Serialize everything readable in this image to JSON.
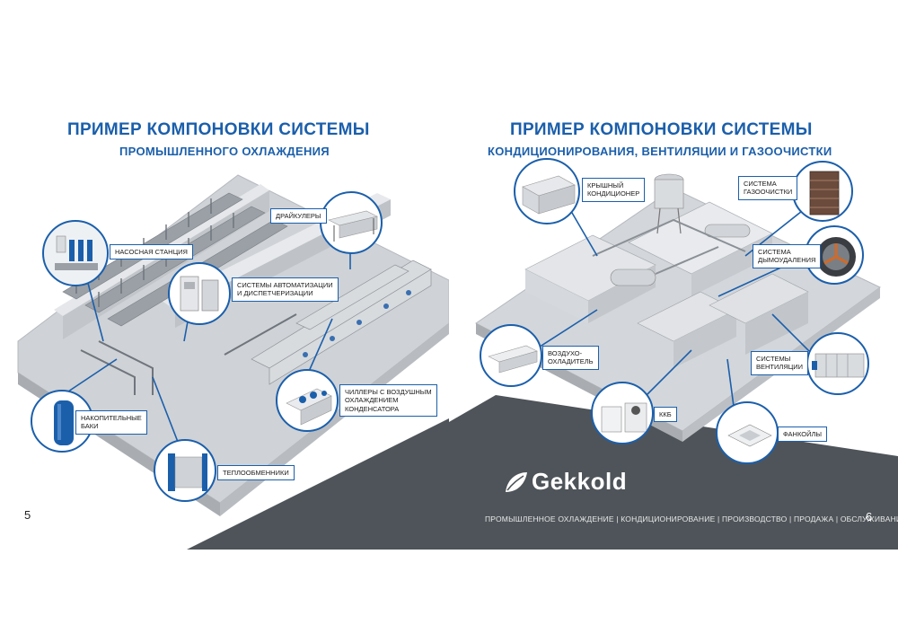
{
  "left_page": {
    "title_line1": "ПРИМЕР КОМПОНОВКИ СИСТЕМЫ",
    "title_line2": "ПРОМЫШЛЕННОГО ОХЛАЖДЕНИЯ",
    "page_number": "5",
    "callouts": {
      "pump_station": "НАСОСНАЯ СТАНЦИЯ",
      "drycoolers": "ДРАЙКУЛЕРЫ",
      "automation": "СИСТЕМЫ АВТОМАТИЗАЦИИ\nИ ДИСПЕТЧЕРИЗАЦИИ",
      "chillers": "ЧИЛЛЕРЫ С ВОЗДУШНЫМ\nОХЛАЖДЕНИЕМ\nКОНДЕНСАТОРА",
      "tanks": "НАКОПИТЕЛЬНЫЕ\nБАКИ",
      "heat_exchangers": "ТЕПЛООБМЕННИКИ"
    }
  },
  "right_page": {
    "title_line1": "ПРИМЕР КОМПОНОВКИ СИСТЕМЫ",
    "title_line2": "КОНДИЦИОНИРОВАНИЯ, ВЕНТИЛЯЦИИ И ГАЗООЧИСТКИ",
    "page_number": "6",
    "callouts": {
      "rooftop": "КРЫШНЫЙ\nКОНДИЦИОНЕР",
      "gas_cleaning": "СИСТЕМА\nГАЗООЧИСТКИ",
      "smoke_removal": "СИСТЕМА\nДЫМОУДАЛЕНИЯ",
      "air_cooler": "ВОЗДУХО-\nОХЛАДИТЕЛЬ",
      "ventilation": "СИСТЕМЫ\nВЕНТИЛЯЦИИ",
      "kkb": "ККБ",
      "fancoils": "ФАНКОЙЛЫ"
    },
    "logo": "Gekkold",
    "menu": "ПРОМЫШЛЕННОЕ ОХЛАЖДЕНИЕ  |  КОНДИЦИОНИРОВАНИЕ  |  ПРОИЗВОДСТВО  |  ПРОДАЖА  |  ОБСЛУЖИВАНИЕ"
  },
  "colors": {
    "brand_blue": "#1b5fab",
    "dark_gray": "#4e5459",
    "floor_gray": "#c9ccd0"
  }
}
